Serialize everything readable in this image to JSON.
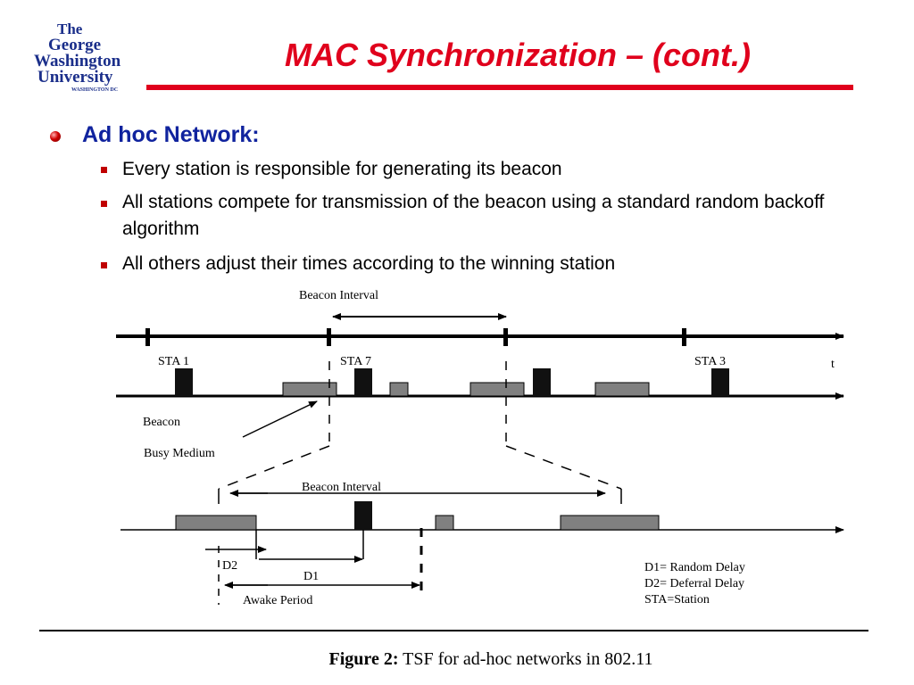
{
  "logo": {
    "lines": [
      "The",
      "George",
      "Washington",
      "University"
    ],
    "subtext": "WASHINGTON DC",
    "color": "#1a2e8a"
  },
  "title": "MAC Synchronization – (cont.)",
  "bullets": {
    "main": "Ad hoc Network:",
    "sub": [
      "Every station is responsible for generating its beacon",
      "All stations compete for transmission of the beacon using a standard random backoff algorithm",
      "All others adjust their times according to the winning station"
    ]
  },
  "diagram": {
    "labels": {
      "beacon_interval_top": "Beacon Interval",
      "sta1": "STA 1",
      "sta7": "STA 7",
      "sta3": "STA 3",
      "t": "t",
      "beacon": "Beacon",
      "busy_medium": "Busy Medium",
      "beacon_interval_bottom": "Beacon Interval",
      "d2": "D2",
      "d1": "D1",
      "awake_period": "Awake Period"
    },
    "legend": [
      "D1= Random Delay",
      "D2= Deferral Delay",
      "STA=Station"
    ]
  },
  "caption": {
    "bold": "Figure 2:",
    "text": "TSF for ad-hoc networks in 802.11"
  },
  "colors": {
    "title": "#e0001c",
    "bullet_main": "#10239e",
    "busy_fill": "#808080",
    "beacon_fill": "#111111"
  }
}
